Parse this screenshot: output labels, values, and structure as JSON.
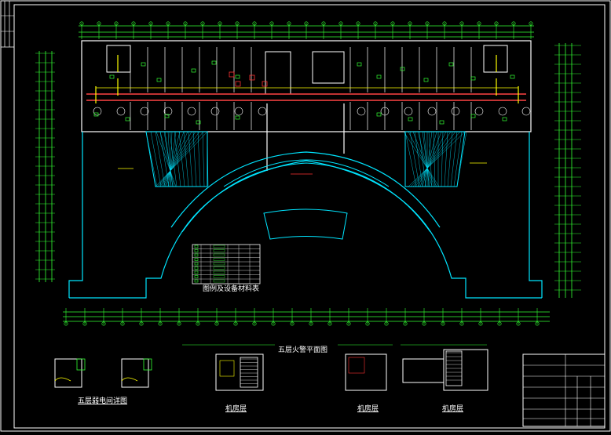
{
  "drawing": {
    "legend_title": "图例及设备材料表",
    "fire_plan_title": "五层火警平面图",
    "detail_title": "五层弱电间详图",
    "roof_labels": [
      "机房层",
      "机房层",
      "机房层"
    ]
  },
  "colors": {
    "background": "#000000",
    "walls": "#ffffff",
    "structure": "#00e5ff",
    "dimensions": "#33ff33",
    "annotation": "#ffff00",
    "fire_devices": "#ff3333"
  }
}
